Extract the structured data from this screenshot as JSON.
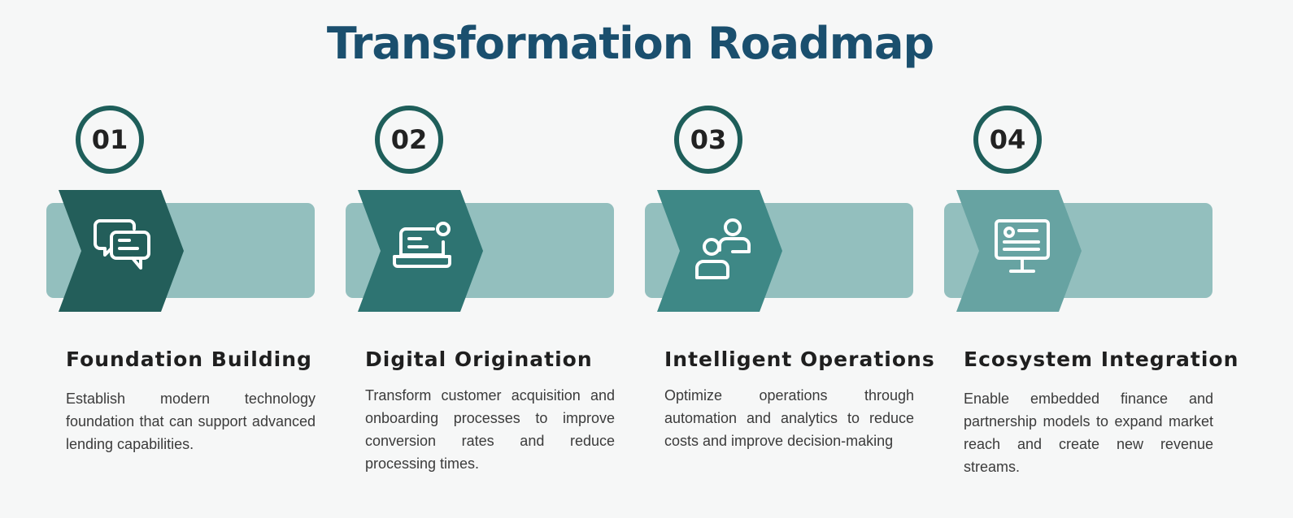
{
  "title": "Transformation Roadmap",
  "colors": {
    "band": "#93bfbe",
    "chevrons": [
      "#235e5a",
      "#2e7472",
      "#3e8886",
      "#67a3a2"
    ],
    "circle_border": "#1e5e5a",
    "title": "#1a4f6e"
  },
  "steps": [
    {
      "number": "01",
      "title": "Foundation Building",
      "description": "Establish modern technology foundation that can support advanced lending capabilities.",
      "icon": "chat-bubbles-icon"
    },
    {
      "number": "02",
      "title": "Digital Origination",
      "description": "Transform customer acquisition and onboarding processes to improve conversion rates and reduce processing times.",
      "icon": "laptop-user-icon"
    },
    {
      "number": "03",
      "title": "Intelligent Operations",
      "description": "Optimize operations through automation and analytics to reduce costs and improve decision-making",
      "icon": "users-icon"
    },
    {
      "number": "04",
      "title": "Ecosystem Integration",
      "description": "Enable embedded finance and partnership models to expand market reach and create new revenue streams.",
      "icon": "monitor-icon"
    }
  ]
}
